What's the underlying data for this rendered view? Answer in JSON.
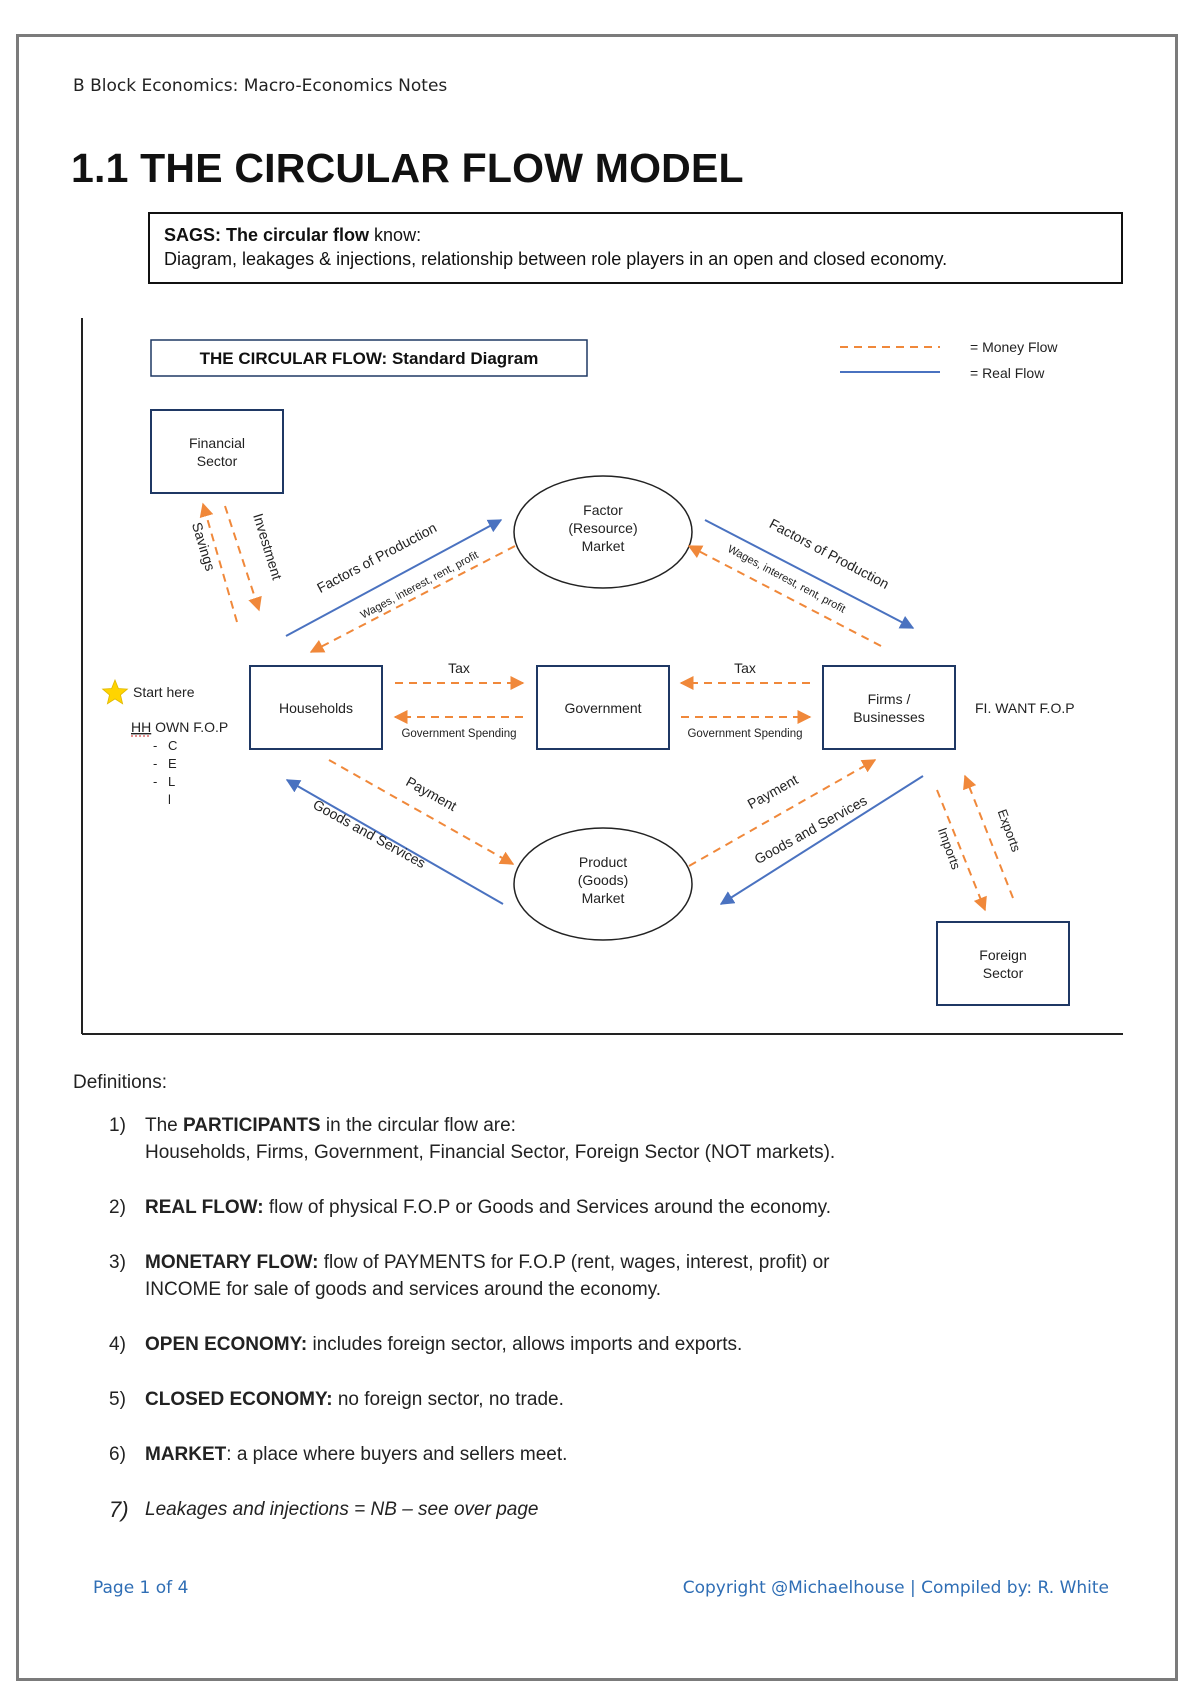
{
  "header": {
    "running_title": "B Block Economics: Macro-Economics Notes"
  },
  "title": "1.1 THE CIRCULAR FLOW MODEL",
  "sags": {
    "bold": "SAGS: The circular flow",
    "rest": " know:",
    "line2": "Diagram, leakages & injections, relationship between role players in an open and closed economy."
  },
  "diagram": {
    "title": "THE CIRCULAR FLOW: Standard Diagram",
    "legend": {
      "money": "= Money Flow",
      "real": "= Real Flow"
    },
    "financial_sector": [
      "Financial",
      "Sector"
    ],
    "factor_market": [
      "Factor",
      "(Resource)",
      "Market"
    ],
    "product_market": [
      "Product",
      "(Goods)",
      "Market"
    ],
    "households": "Households",
    "government": "Government",
    "firms": [
      "Firms /",
      "Businesses"
    ],
    "foreign_sector": [
      "Foreign",
      "Sector"
    ],
    "labels": {
      "savings": "Savings",
      "investment": "Investment",
      "fop_left": "Factors of Production",
      "wages_left": "Wages, interest, rent, profit",
      "fop_right": "Factors of Production",
      "wages_right": "Wages, interest, rent, profit",
      "tax_left": "Tax",
      "tax_right": "Tax",
      "gov_spending_left": "Government Spending",
      "gov_spending_right": "Government Spending",
      "payment_left": "Payment",
      "goods_left": "Goods and Services",
      "payment_right": "Payment",
      "goods_right": "Goods and Services",
      "imports": "Imports",
      "exports": "Exports"
    },
    "start_here": "Start here",
    "hh_own_prefix": "HH",
    "hh_own": " OWN F.O.P",
    "fop_letters": [
      "C",
      "E",
      "L",
      "l"
    ],
    "fi_want": "FI. WANT F.O.P"
  },
  "colors": {
    "money_flow": "#f0883a",
    "real_flow": "#4a72c0",
    "box_border": "#1f3864",
    "footer": "#2f6eb5"
  },
  "definitions": {
    "heading": "Definitions:",
    "items": [
      {
        "num": "1)",
        "bold": "",
        "pre": "The ",
        "bold2": "PARTICIPANTS",
        "text": " in the circular flow are:",
        "line2": "Households, Firms, Government, Financial Sector, Foreign Sector (NOT markets)."
      },
      {
        "num": "2)",
        "bold": "REAL FLOW:",
        "text": " flow of physical F.O.P or Goods and Services around the economy."
      },
      {
        "num": "3)",
        "bold": "MONETARY FLOW:",
        "text": " flow of PAYMENTS for F.O.P (rent, wages, interest, profit) or",
        "line2": "INCOME for sale of goods and services around the economy."
      },
      {
        "num": "4)",
        "bold": "OPEN ECONOMY:",
        "text": " includes foreign sector, allows imports and exports."
      },
      {
        "num": "5)",
        "bold": "CLOSED ECONOMY:",
        "text": " no foreign sector, no trade."
      },
      {
        "num": "6)",
        "bold": "MARKET",
        "text": ": a place where buyers and sellers meet."
      },
      {
        "num": "7)",
        "text": "Leakages and injections = NB – see over page"
      }
    ]
  },
  "footer": {
    "page": "Page 1 of 4",
    "copyright": "Copyright @Michaelhouse | Compiled by: R. White"
  }
}
